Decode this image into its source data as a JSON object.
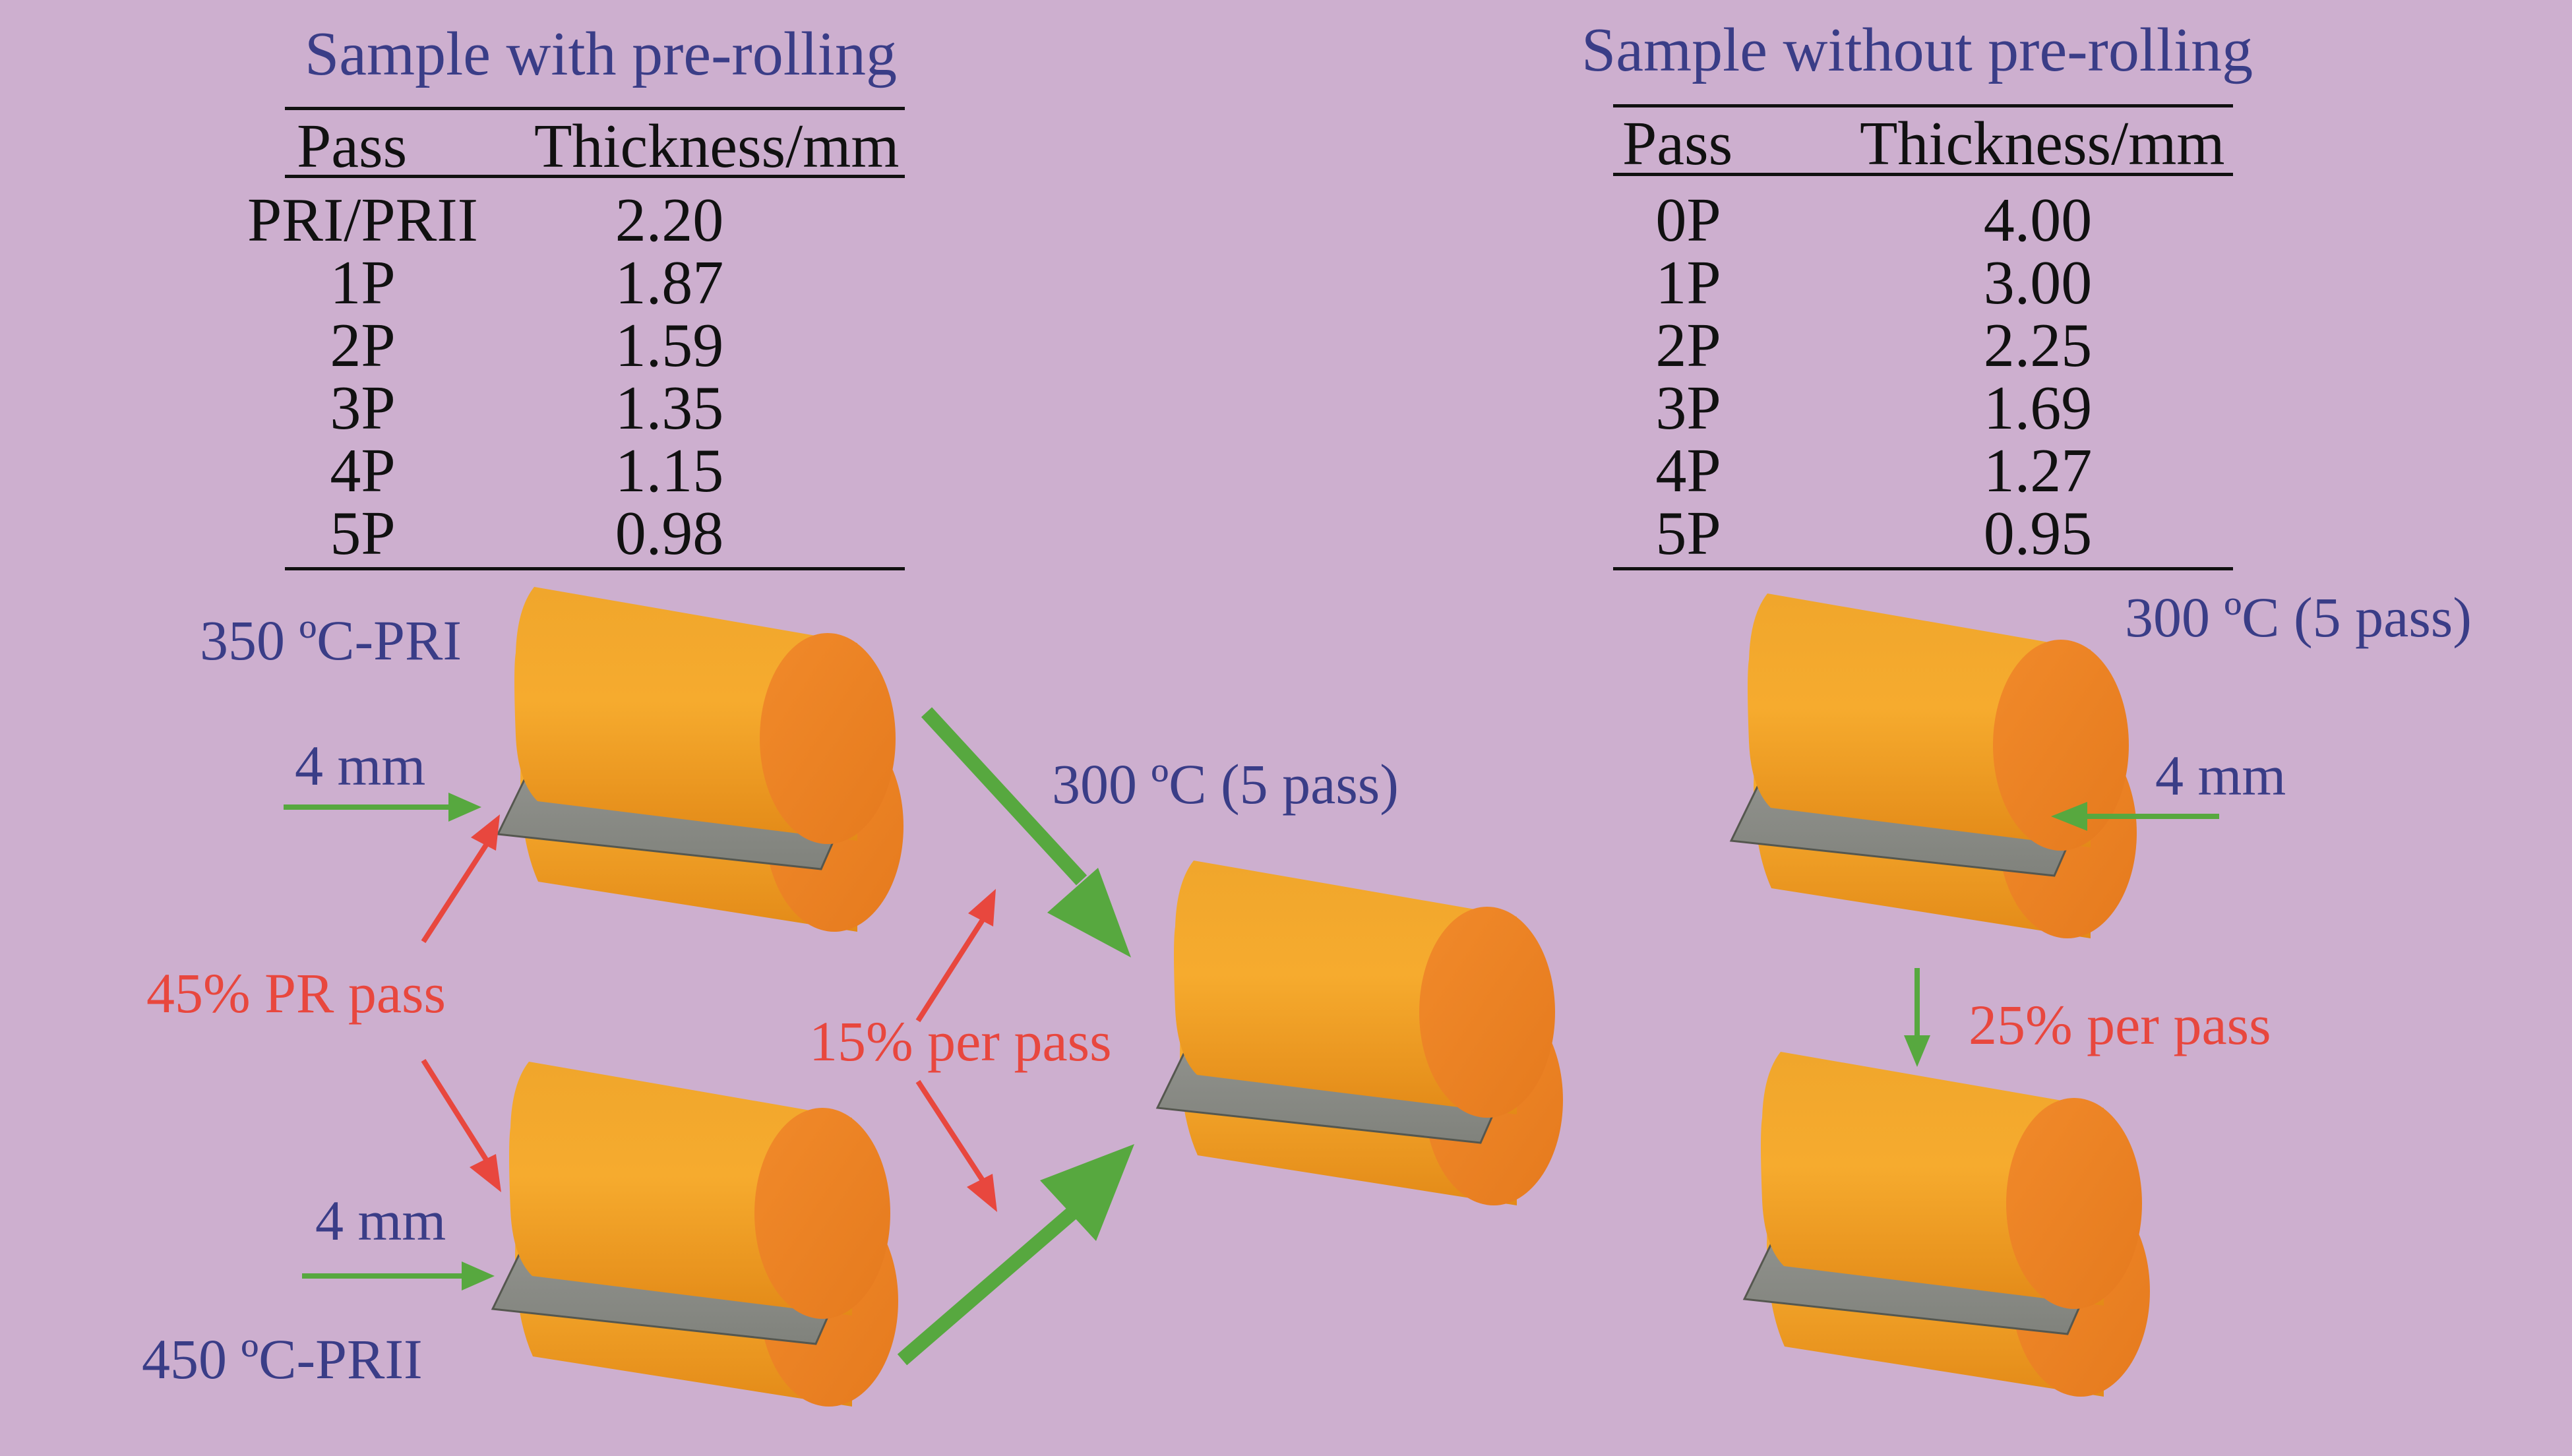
{
  "colors": {
    "background": "#cdafcf",
    "label_blue": "#3a3d87",
    "label_red": "#e8473e",
    "arrow_green": "#57a83f",
    "arrow_red": "#e8473e",
    "roller_orange": "#f3a027",
    "sheet_gray": "#888a85"
  },
  "left_table": {
    "title": "Sample with pre-rolling",
    "headers": [
      "Pass",
      "Thickness/mm"
    ],
    "rows": [
      [
        "PRI/PRII",
        "2.20"
      ],
      [
        "1P",
        "1.87"
      ],
      [
        "2P",
        "1.59"
      ],
      [
        "3P",
        "1.35"
      ],
      [
        "4P",
        "1.15"
      ],
      [
        "5P",
        "0.98"
      ]
    ]
  },
  "right_table": {
    "title": "Sample without pre-rolling",
    "headers": [
      "Pass",
      "Thickness/mm"
    ],
    "rows": [
      [
        "0P",
        "4.00"
      ],
      [
        "1P",
        "3.00"
      ],
      [
        "2P",
        "2.25"
      ],
      [
        "3P",
        "1.69"
      ],
      [
        "4P",
        "1.27"
      ],
      [
        "5P",
        "0.95"
      ]
    ]
  },
  "labels": {
    "pri_temp": "350 ºC-PRI",
    "prii_temp": "450 ºC-PRII",
    "thickness_top": "4 mm",
    "thickness_bottom": "4 mm",
    "pr_pass": "45% PR pass",
    "per_pass_15": "15% per pass",
    "center_condition": "300 ºC (5 pass)",
    "right_condition": "300 ºC (5 pass)",
    "right_thickness": "4 mm",
    "per_pass_25": "25% per pass"
  },
  "icons": [
    "roller-pair-icon",
    "sheet-icon",
    "green-arrow-icon",
    "red-arrow-icon"
  ]
}
